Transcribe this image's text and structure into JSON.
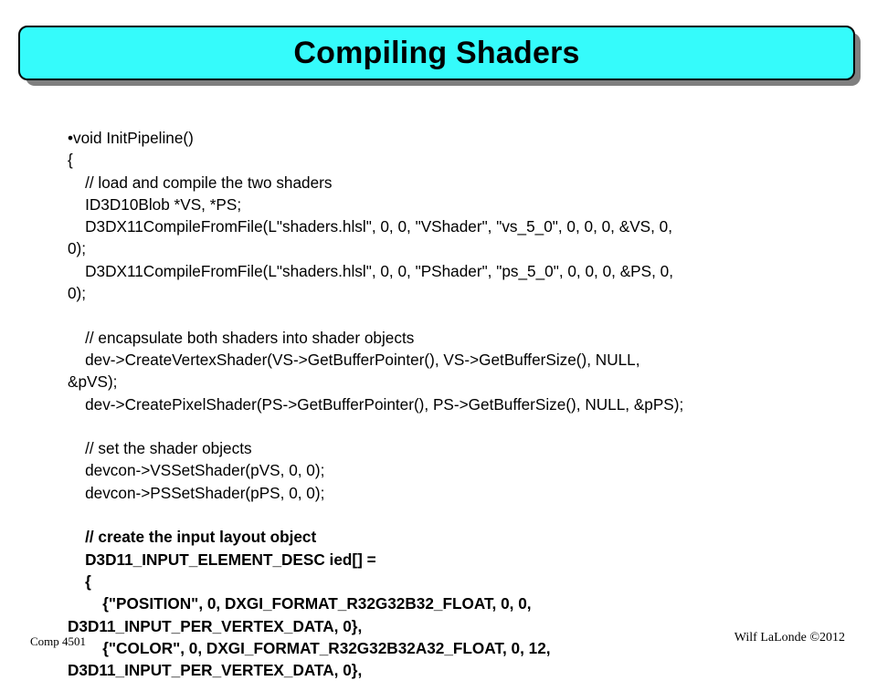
{
  "slide": {
    "title": "Compiling Shaders",
    "title_bar_color": "#35fbfb",
    "footer_left": "Comp 4501",
    "footer_right": "Wilf LaLonde ©2012"
  },
  "code_lines": [
    {
      "text": "•void InitPipeline()",
      "bold": false
    },
    {
      "text": "{",
      "bold": false
    },
    {
      "text": "    // load and compile the two shaders",
      "bold": false
    },
    {
      "text": "    ID3D10Blob *VS, *PS;",
      "bold": false
    },
    {
      "text": "    D3DX11CompileFromFile(L\"shaders.hlsl\", 0, 0, \"VShader\", \"vs_5_0\", 0, 0, 0, &VS, 0,",
      "bold": false
    },
    {
      "text": "0);",
      "bold": false
    },
    {
      "text": "    D3DX11CompileFromFile(L\"shaders.hlsl\", 0, 0, \"PShader\", \"ps_5_0\", 0, 0, 0, &PS, 0,",
      "bold": false
    },
    {
      "text": "0);",
      "bold": false
    },
    {
      "text": "",
      "bold": false
    },
    {
      "text": "    // encapsulate both shaders into shader objects",
      "bold": false
    },
    {
      "text": "    dev->CreateVertexShader(VS->GetBufferPointer(), VS->GetBufferSize(), NULL,",
      "bold": false
    },
    {
      "text": "&pVS);",
      "bold": false
    },
    {
      "text": "    dev->CreatePixelShader(PS->GetBufferPointer(), PS->GetBufferSize(), NULL, &pPS);",
      "bold": false
    },
    {
      "text": "",
      "bold": false
    },
    {
      "text": "    // set the shader objects",
      "bold": false
    },
    {
      "text": "    devcon->VSSetShader(pVS, 0, 0);",
      "bold": false
    },
    {
      "text": "    devcon->PSSetShader(pPS, 0, 0);",
      "bold": false
    },
    {
      "text": "",
      "bold": false
    },
    {
      "text": "    // create the input layout object",
      "bold": true
    },
    {
      "text": "    D3D11_INPUT_ELEMENT_DESC ied[] =",
      "bold": true
    },
    {
      "text": "    {",
      "bold": true
    },
    {
      "text": "        {\"POSITION\", 0, DXGI_FORMAT_R32G32B32_FLOAT, 0, 0,",
      "bold": true
    },
    {
      "text": "D3D11_INPUT_PER_VERTEX_DATA, 0},",
      "bold": true
    },
    {
      "text": "        {\"COLOR\", 0, DXGI_FORMAT_R32G32B32A32_FLOAT, 0, 12,",
      "bold": true
    },
    {
      "text": "D3D11_INPUT_PER_VERTEX_DATA, 0},",
      "bold": true
    }
  ]
}
